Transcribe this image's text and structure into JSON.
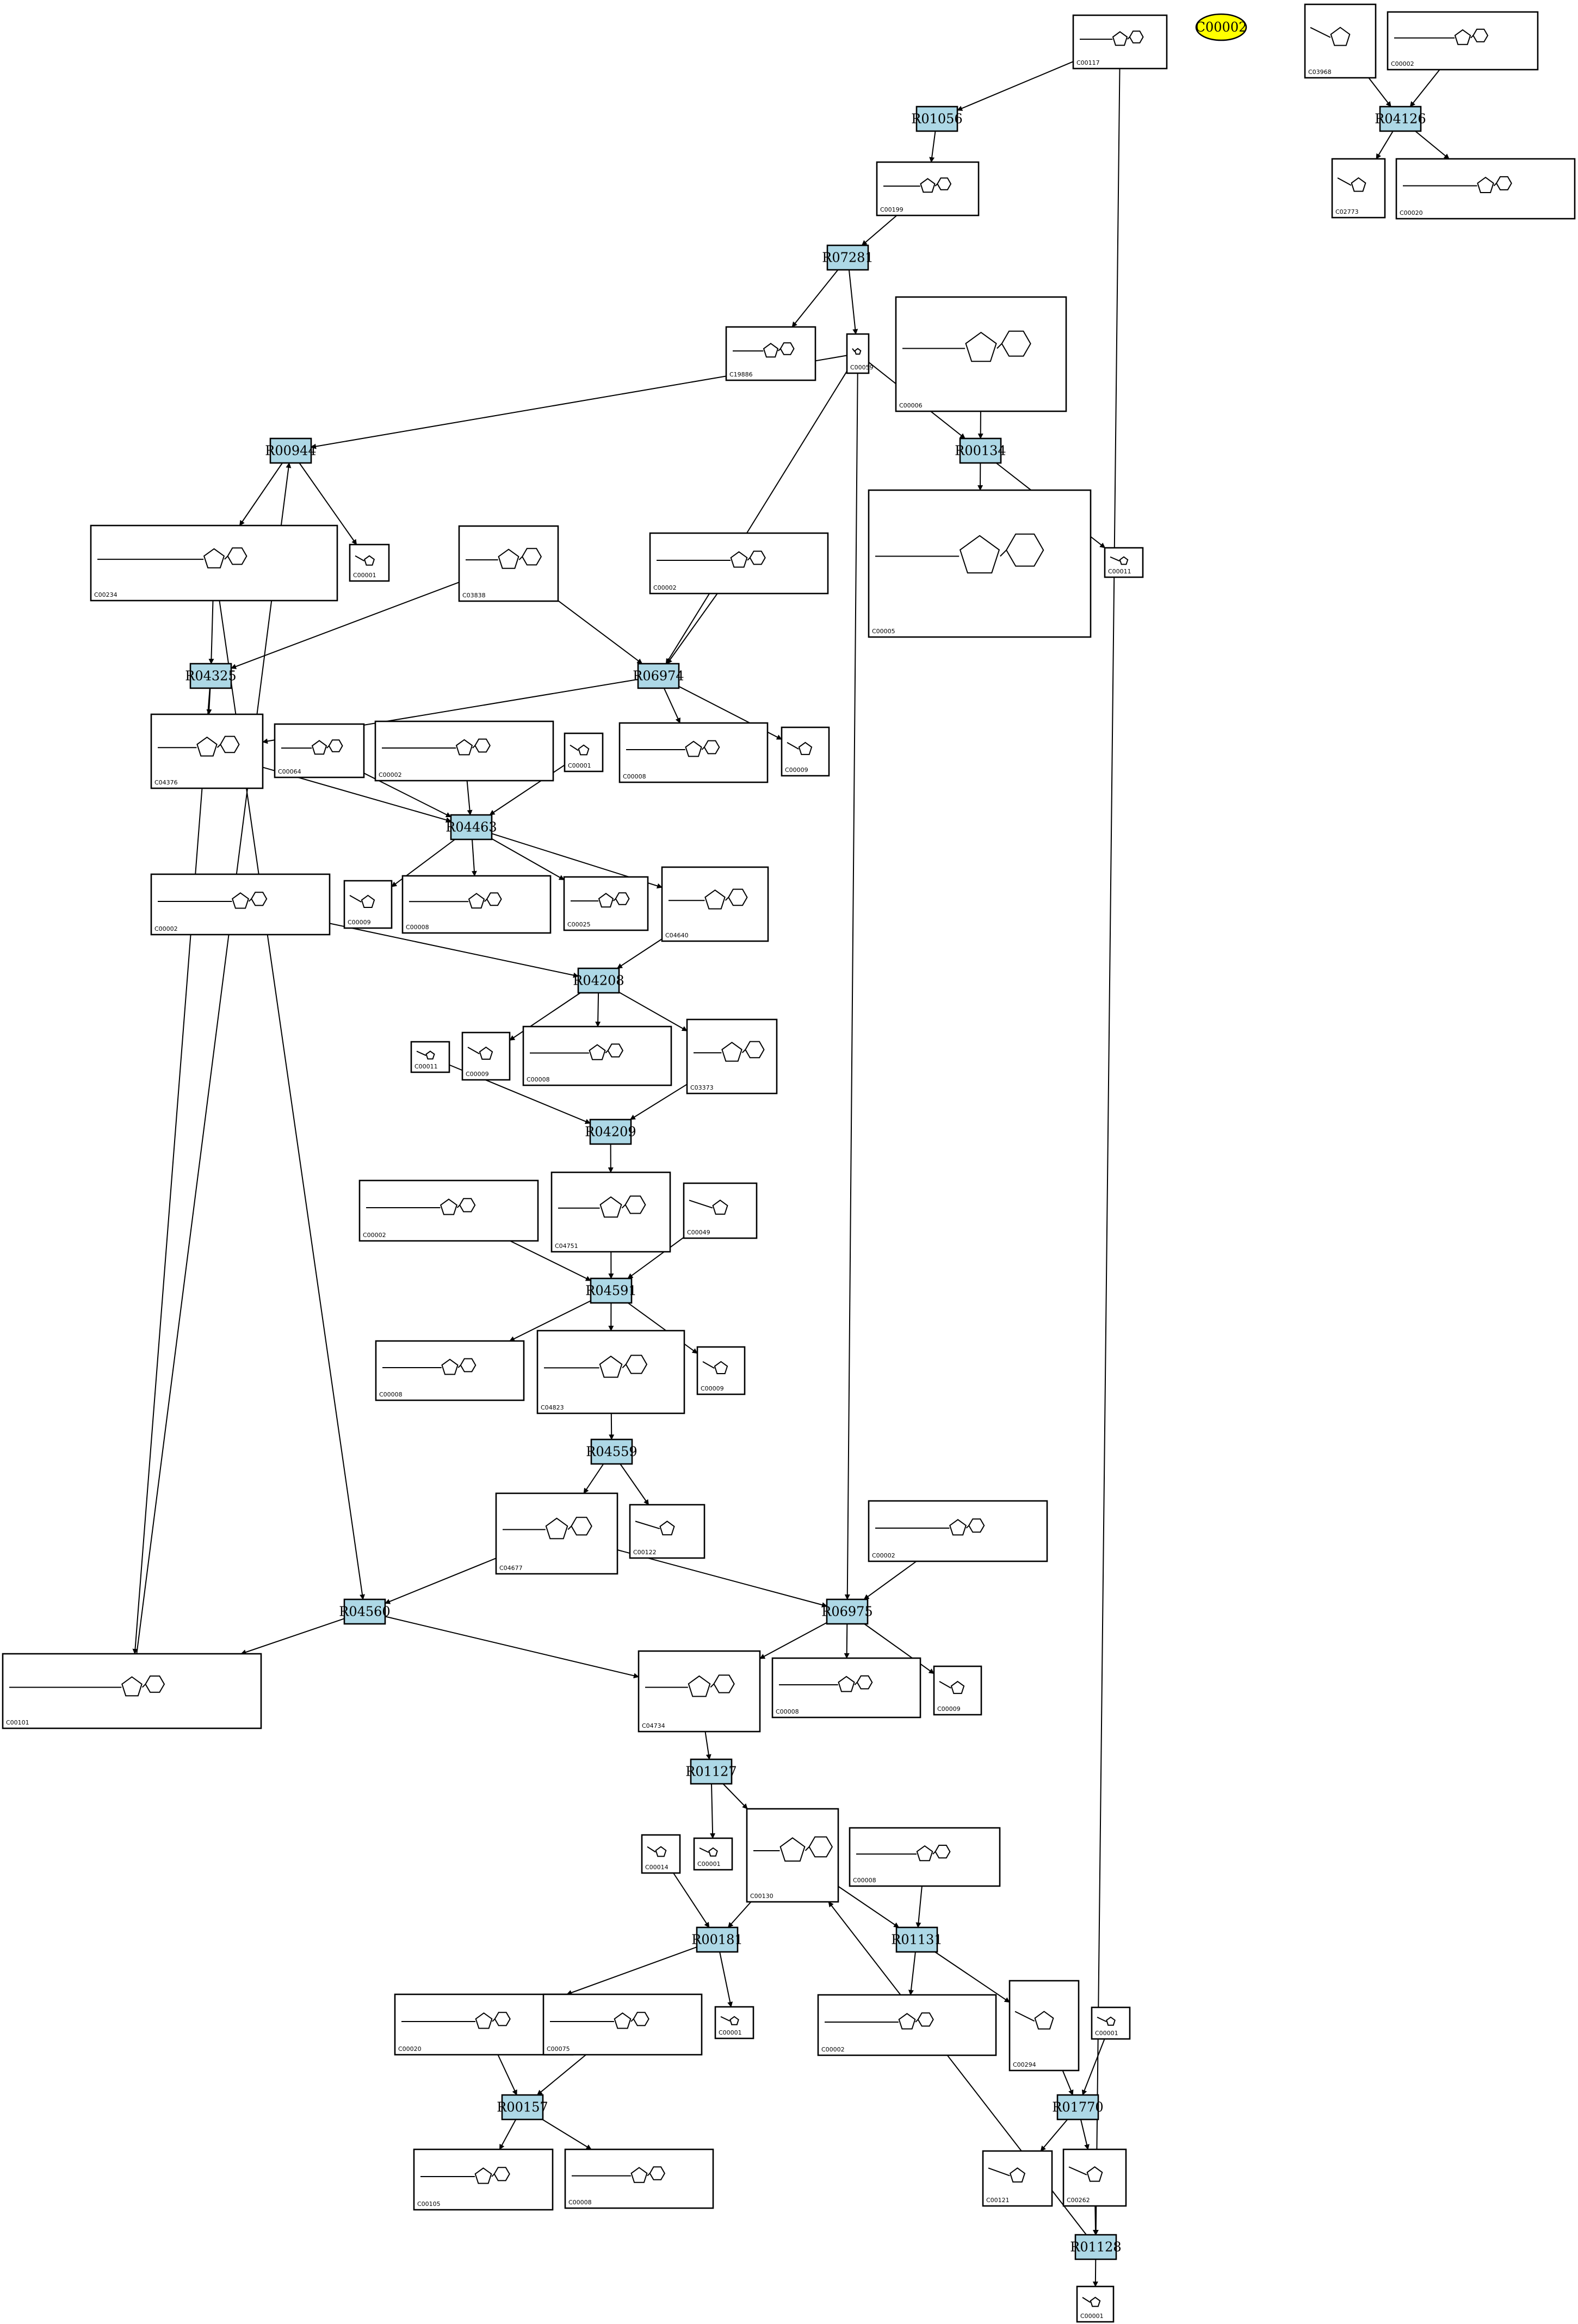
{
  "colors": {
    "reaction_fill": "#add8e6",
    "highlight_fill": "#ffff00",
    "stroke": "#000000",
    "background": "#ffffff"
  },
  "highlight_node": {
    "label": "C00002"
  },
  "reactions": [
    {
      "id": "R01056",
      "label": "R01056"
    },
    {
      "id": "R07281",
      "label": "R07281"
    },
    {
      "id": "R04126",
      "label": "R04126"
    },
    {
      "id": "R00944",
      "label": "R00944"
    },
    {
      "id": "R00134",
      "label": "R00134"
    },
    {
      "id": "R04325",
      "label": "R04325"
    },
    {
      "id": "R06974",
      "label": "R06974"
    },
    {
      "id": "R04463",
      "label": "R04463"
    },
    {
      "id": "R04208",
      "label": "R04208"
    },
    {
      "id": "R04209",
      "label": "R04209"
    },
    {
      "id": "R04591",
      "label": "R04591"
    },
    {
      "id": "R04559",
      "label": "R04559"
    },
    {
      "id": "R04560",
      "label": "R04560"
    },
    {
      "id": "R06975",
      "label": "R06975"
    },
    {
      "id": "R01127",
      "label": "R01127"
    },
    {
      "id": "R00181",
      "label": "R00181"
    },
    {
      "id": "R01131",
      "label": "R01131"
    },
    {
      "id": "R00157",
      "label": "R00157"
    },
    {
      "id": "R01770",
      "label": "R01770"
    },
    {
      "id": "R01128",
      "label": "R01128"
    }
  ],
  "compounds": [
    {
      "id": "c117",
      "label": "C00117"
    },
    {
      "id": "c3968",
      "label": "C03968"
    },
    {
      "id": "c2a",
      "label": "C00002"
    },
    {
      "id": "c199",
      "label": "C00199"
    },
    {
      "id": "c2773",
      "label": "C02773"
    },
    {
      "id": "c20a",
      "label": "C00020"
    },
    {
      "id": "c19886",
      "label": "C19886"
    },
    {
      "id": "c59",
      "label": "C00059"
    },
    {
      "id": "c6",
      "label": "C00006"
    },
    {
      "id": "c1a",
      "label": "C00001"
    },
    {
      "id": "c234",
      "label": "C00234"
    },
    {
      "id": "c3838",
      "label": "C03838"
    },
    {
      "id": "c2b",
      "label": "C00002"
    },
    {
      "id": "c5",
      "label": "C00005"
    },
    {
      "id": "c11a",
      "label": "C00011"
    },
    {
      "id": "c4376",
      "label": "C04376"
    },
    {
      "id": "c64",
      "label": "C00064"
    },
    {
      "id": "c2c",
      "label": "C00002"
    },
    {
      "id": "c1b",
      "label": "C00001"
    },
    {
      "id": "c8a",
      "label": "C00008"
    },
    {
      "id": "c9a",
      "label": "C00009"
    },
    {
      "id": "c9b",
      "label": "C00009"
    },
    {
      "id": "c8b",
      "label": "C00008"
    },
    {
      "id": "c25",
      "label": "C00025"
    },
    {
      "id": "c4640",
      "label": "C04640"
    },
    {
      "id": "c2d",
      "label": "C00002"
    },
    {
      "id": "c11b",
      "label": "C00011"
    },
    {
      "id": "c9c",
      "label": "C00009"
    },
    {
      "id": "c8c",
      "label": "C00008"
    },
    {
      "id": "c3373",
      "label": "C03373"
    },
    {
      "id": "c2e",
      "label": "C00002"
    },
    {
      "id": "c4751",
      "label": "C04751"
    },
    {
      "id": "c49",
      "label": "C00049"
    },
    {
      "id": "c8d",
      "label": "C00008"
    },
    {
      "id": "c4823",
      "label": "C04823"
    },
    {
      "id": "c9d",
      "label": "C00009"
    },
    {
      "id": "c122",
      "label": "C00122"
    },
    {
      "id": "c4677",
      "label": "C04677"
    },
    {
      "id": "c2f",
      "label": "C00002"
    },
    {
      "id": "c101",
      "label": "C00101"
    },
    {
      "id": "c4734",
      "label": "C04734"
    },
    {
      "id": "c8e",
      "label": "C00008"
    },
    {
      "id": "c9e",
      "label": "C00009"
    },
    {
      "id": "c14",
      "label": "C00014"
    },
    {
      "id": "c1c",
      "label": "C00001"
    },
    {
      "id": "c130",
      "label": "C00130"
    },
    {
      "id": "c8f",
      "label": "C00008"
    },
    {
      "id": "c1d",
      "label": "C00001"
    },
    {
      "id": "c20b",
      "label": "C00020"
    },
    {
      "id": "c75",
      "label": "C00075"
    },
    {
      "id": "c2g",
      "label": "C00002"
    },
    {
      "id": "c294",
      "label": "C00294"
    },
    {
      "id": "c1e",
      "label": "C00001"
    },
    {
      "id": "c105",
      "label": "C00105"
    },
    {
      "id": "c8g",
      "label": "C00008"
    },
    {
      "id": "c121",
      "label": "C00121"
    },
    {
      "id": "c262",
      "label": "C00262"
    },
    {
      "id": "c1f",
      "label": "C00001"
    }
  ],
  "edges": [
    [
      "c117",
      "R01056"
    ],
    [
      "R01056",
      "c199"
    ],
    [
      "c199",
      "R07281"
    ],
    [
      "R07281",
      "c19886"
    ],
    [
      "R07281",
      "c59"
    ],
    [
      "c3968",
      "R04126"
    ],
    [
      "c2a",
      "R04126"
    ],
    [
      "R04126",
      "c2773"
    ],
    [
      "R04126",
      "c20a"
    ],
    [
      "c59",
      "R00944"
    ],
    [
      "c59",
      "R00134"
    ],
    [
      "c59",
      "R06974"
    ],
    [
      "c59",
      "R06975"
    ],
    [
      "c6",
      "R00134"
    ],
    [
      "R00134",
      "c5"
    ],
    [
      "R00134",
      "c11a"
    ],
    [
      "R00944",
      "c234"
    ],
    [
      "R00944",
      "c1a"
    ],
    [
      "c101",
      "R00944"
    ],
    [
      "c234",
      "R04325"
    ],
    [
      "c234",
      "R04560"
    ],
    [
      "c3838",
      "R04325"
    ],
    [
      "c3838",
      "R06974"
    ],
    [
      "c2b",
      "R06974"
    ],
    [
      "R04325",
      "c4376"
    ],
    [
      "R04325",
      "c101"
    ],
    [
      "R06974",
      "c4376"
    ],
    [
      "R06974",
      "c8a"
    ],
    [
      "R06974",
      "c9a"
    ],
    [
      "c4376",
      "R04463"
    ],
    [
      "c64",
      "R04463"
    ],
    [
      "c2c",
      "R04463"
    ],
    [
      "c1b",
      "R04463"
    ],
    [
      "R04463",
      "c9b"
    ],
    [
      "R04463",
      "c8b"
    ],
    [
      "R04463",
      "c25"
    ],
    [
      "R04463",
      "c4640"
    ],
    [
      "c4640",
      "R04208"
    ],
    [
      "c2d",
      "R04208"
    ],
    [
      "R04208",
      "c9c"
    ],
    [
      "R04208",
      "c8c"
    ],
    [
      "R04208",
      "c3373"
    ],
    [
      "c11b",
      "R04209"
    ],
    [
      "c3373",
      "R04209"
    ],
    [
      "R04209",
      "c4751"
    ],
    [
      "c2e",
      "R04591"
    ],
    [
      "c4751",
      "R04591"
    ],
    [
      "c49",
      "R04591"
    ],
    [
      "R04591",
      "c8d"
    ],
    [
      "R04591",
      "c4823"
    ],
    [
      "R04591",
      "c9d"
    ],
    [
      "c4823",
      "R04559"
    ],
    [
      "R04559",
      "c122"
    ],
    [
      "R04559",
      "c4677"
    ],
    [
      "c4677",
      "R04560"
    ],
    [
      "c4677",
      "R06975"
    ],
    [
      "c2f",
      "R06975"
    ],
    [
      "R04560",
      "c101"
    ],
    [
      "R04560",
      "c4734"
    ],
    [
      "R06975",
      "c4734"
    ],
    [
      "R06975",
      "c8e"
    ],
    [
      "R06975",
      "c9e"
    ],
    [
      "c4734",
      "R01127"
    ],
    [
      "R01127",
      "c1c"
    ],
    [
      "R01127",
      "c130"
    ],
    [
      "c14",
      "R00181"
    ],
    [
      "c130",
      "R00181"
    ],
    [
      "c130",
      "R01131"
    ],
    [
      "c8f",
      "R01131"
    ],
    [
      "R00181",
      "c20b"
    ],
    [
      "R00181",
      "c1d"
    ],
    [
      "R01131",
      "c2g"
    ],
    [
      "R01131",
      "c294"
    ],
    [
      "c20b",
      "R00157"
    ],
    [
      "c75",
      "R00157"
    ],
    [
      "R00157",
      "c105"
    ],
    [
      "R00157",
      "c8g"
    ],
    [
      "c294",
      "R01770"
    ],
    [
      "c1e",
      "R01770"
    ],
    [
      "R01770",
      "c121"
    ],
    [
      "R01770",
      "c262"
    ],
    [
      "c117",
      "R01128"
    ],
    [
      "c262",
      "R01128"
    ],
    [
      "R01128",
      "c130"
    ],
    [
      "R01128",
      "c1f"
    ]
  ]
}
